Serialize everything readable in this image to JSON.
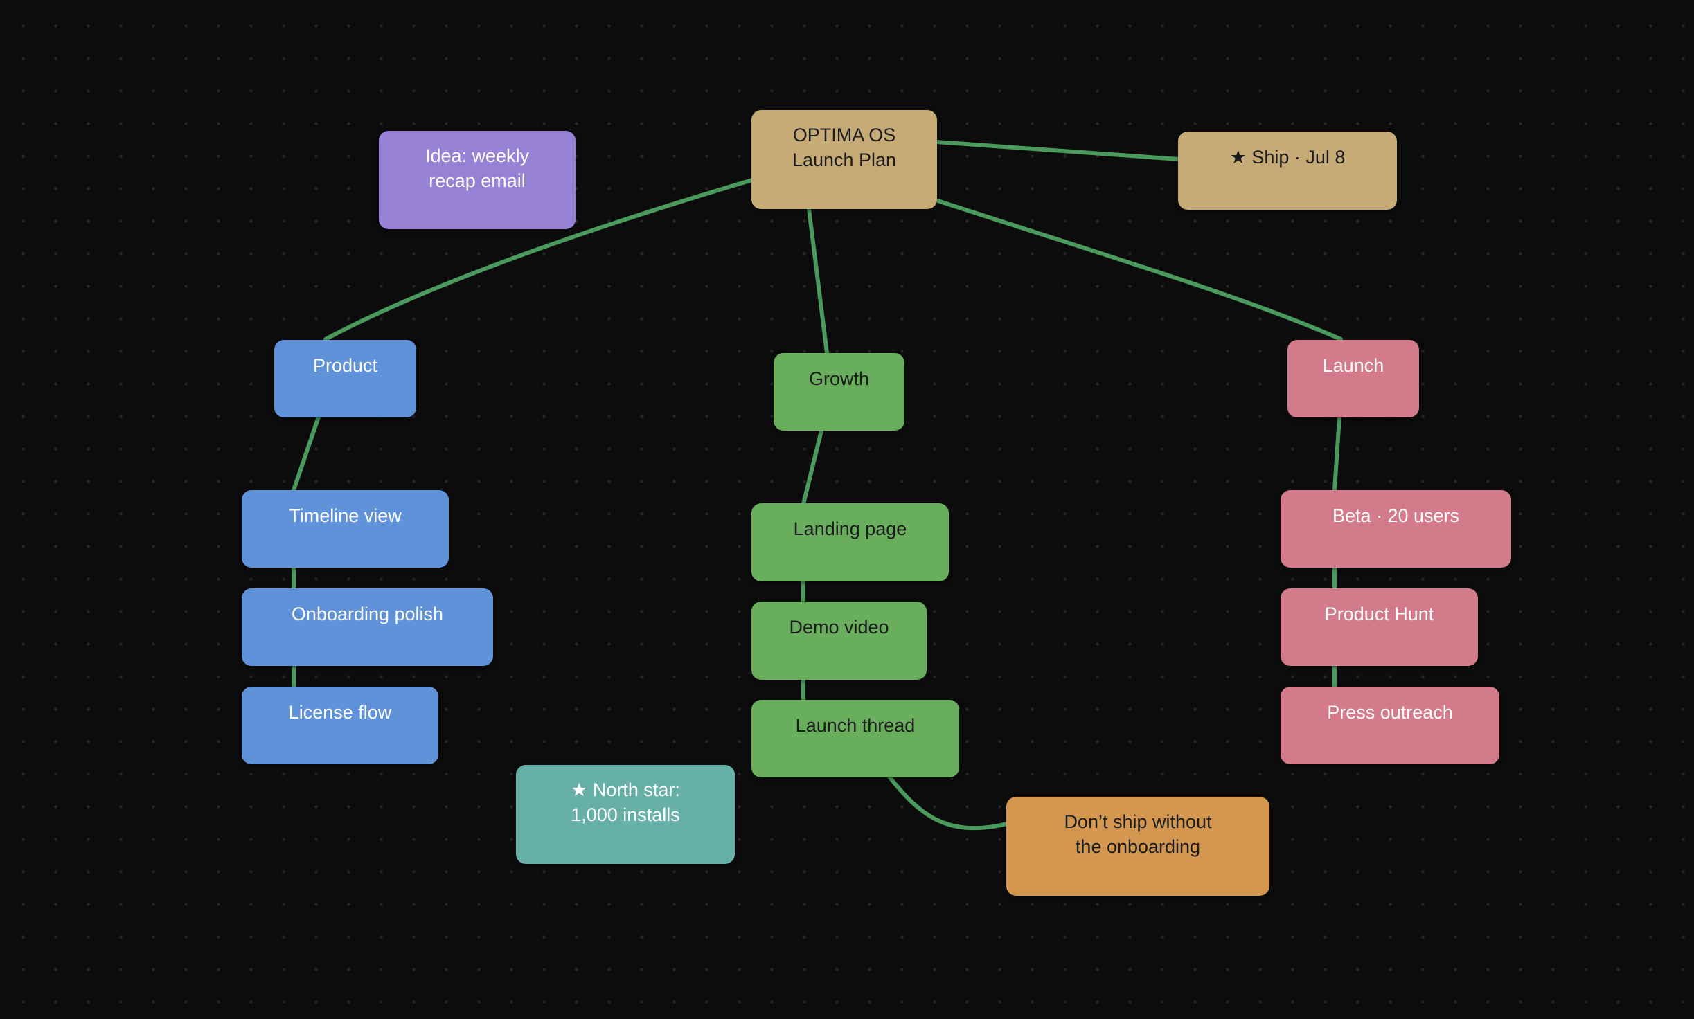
{
  "canvas": {
    "background": "#0c0c0c",
    "edge_color": "#4a9a5e"
  },
  "nodes": {
    "root": {
      "label": "OPTIMA OS\nLaunch Plan",
      "color": "#c5aa76"
    },
    "ship_date": {
      "label": "★ Ship · Jul 8",
      "color": "#c5aa76"
    },
    "idea": {
      "label": "Idea: weekly\nrecap email",
      "color": "#9781d5"
    },
    "product": {
      "label": "Product",
      "color": "#5f92d8"
    },
    "timeline_view": {
      "label": "Timeline view",
      "color": "#5f92d8"
    },
    "onboarding_polish": {
      "label": "Onboarding polish",
      "color": "#5f92d8"
    },
    "license_flow": {
      "label": "License flow",
      "color": "#5f92d8"
    },
    "growth": {
      "label": "Growth",
      "color": "#69ae5d"
    },
    "landing_page": {
      "label": "Landing page",
      "color": "#69ae5d"
    },
    "demo_video": {
      "label": "Demo video",
      "color": "#69ae5d"
    },
    "launch_thread": {
      "label": "Launch thread",
      "color": "#69ae5d"
    },
    "launch": {
      "label": "Launch",
      "color": "#d37a8b"
    },
    "beta": {
      "label": "Beta · 20 users",
      "color": "#d37a8b"
    },
    "product_hunt": {
      "label": "Product Hunt",
      "color": "#d37a8b"
    },
    "press_outreach": {
      "label": "Press outreach",
      "color": "#d37a8b"
    },
    "north_star": {
      "label": "★ North star:\n1,000 installs",
      "color": "#67b0a8"
    },
    "dont_ship": {
      "label": "Don’t ship without\nthe onboarding",
      "color": "#d4974f"
    }
  },
  "edges": [
    {
      "from": "root",
      "to": "ship_date"
    },
    {
      "from": "root",
      "to": "product"
    },
    {
      "from": "root",
      "to": "growth"
    },
    {
      "from": "root",
      "to": "launch"
    },
    {
      "from": "product",
      "to": "timeline_view"
    },
    {
      "from": "timeline_view",
      "to": "onboarding_polish"
    },
    {
      "from": "onboarding_polish",
      "to": "license_flow"
    },
    {
      "from": "growth",
      "to": "landing_page"
    },
    {
      "from": "landing_page",
      "to": "demo_video"
    },
    {
      "from": "demo_video",
      "to": "launch_thread"
    },
    {
      "from": "launch_thread",
      "to": "dont_ship"
    },
    {
      "from": "launch",
      "to": "beta"
    },
    {
      "from": "beta",
      "to": "product_hunt"
    },
    {
      "from": "product_hunt",
      "to": "press_outreach"
    }
  ]
}
